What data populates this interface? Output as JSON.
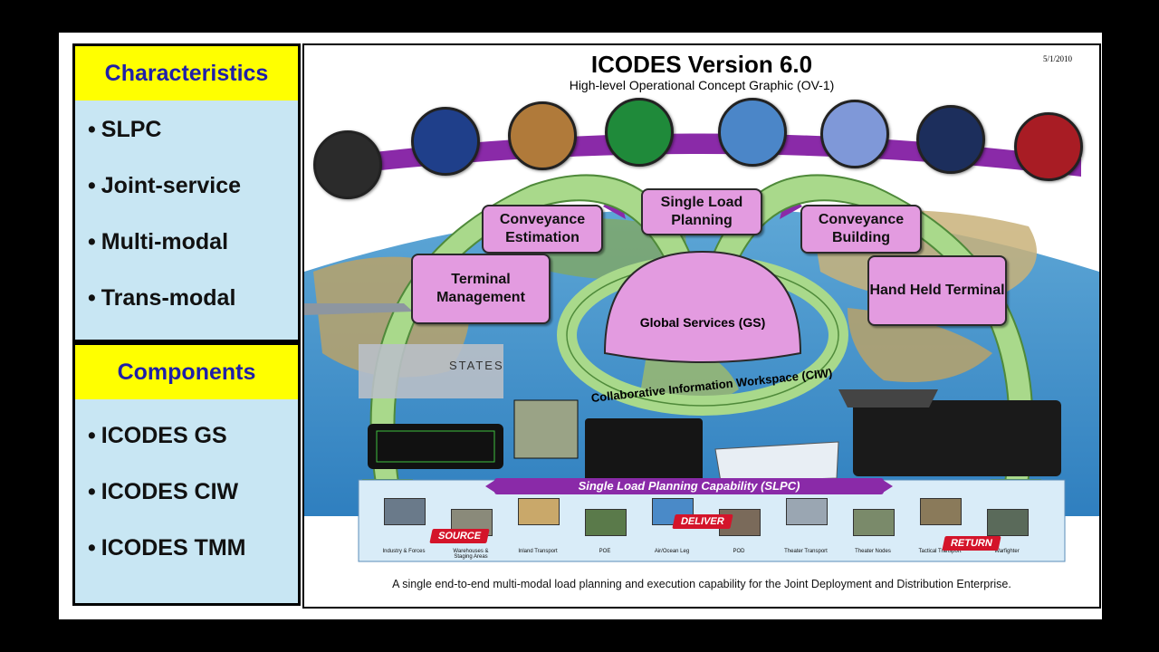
{
  "sidebar": {
    "characteristics_header": "Characteristics",
    "characteristics": [
      "SLPC",
      "Joint-service",
      "Multi-modal",
      "Trans-modal"
    ],
    "components_header": "Components",
    "components": [
      "ICODES GS",
      "ICODES CIW",
      "ICODES TMM"
    ]
  },
  "diagram": {
    "title": "ICODES Version 6.0",
    "subtitle": "High-level Operational Concept Graphic (OV-1)",
    "date": "5/1/2010",
    "boxes": {
      "single_load_planning": "Single Load Planning",
      "conveyance_estimation": "Conveyance Estimation",
      "conveyance_building": "Conveyance Building",
      "terminal_management": "Terminal Management",
      "hand_held_terminal": "Hand Held Terminal",
      "global_services": "Global Services (GS)",
      "ciw": "Collaborative Information Workspace (CIW)"
    },
    "slpc_banner": "Single Load Planning Capability (SLPC)",
    "stages": [
      "Industry & Forces",
      "Warehouses & Staging Areas",
      "Inland Transport",
      "POE",
      "Air/Ocean Leg",
      "POD",
      "Theater Transport",
      "Theater Nodes",
      "Tactical Transport",
      "Warfighter"
    ],
    "tags": {
      "source": "SOURCE",
      "deliver": "DELIVER",
      "return": "RETURN"
    },
    "map_text": "STATES",
    "caption": "A single end-to-end multi-modal load planning and execution capability for the Joint Deployment and Distribution Enterprise."
  },
  "colors": {
    "header_bg": "#ffff00",
    "header_text": "#1f1fa8",
    "list_bg": "#c8e6f3",
    "box_pink": "#e39be0",
    "arrow_green": "#a9d98b",
    "arrow_purple": "#8a2aa8"
  }
}
